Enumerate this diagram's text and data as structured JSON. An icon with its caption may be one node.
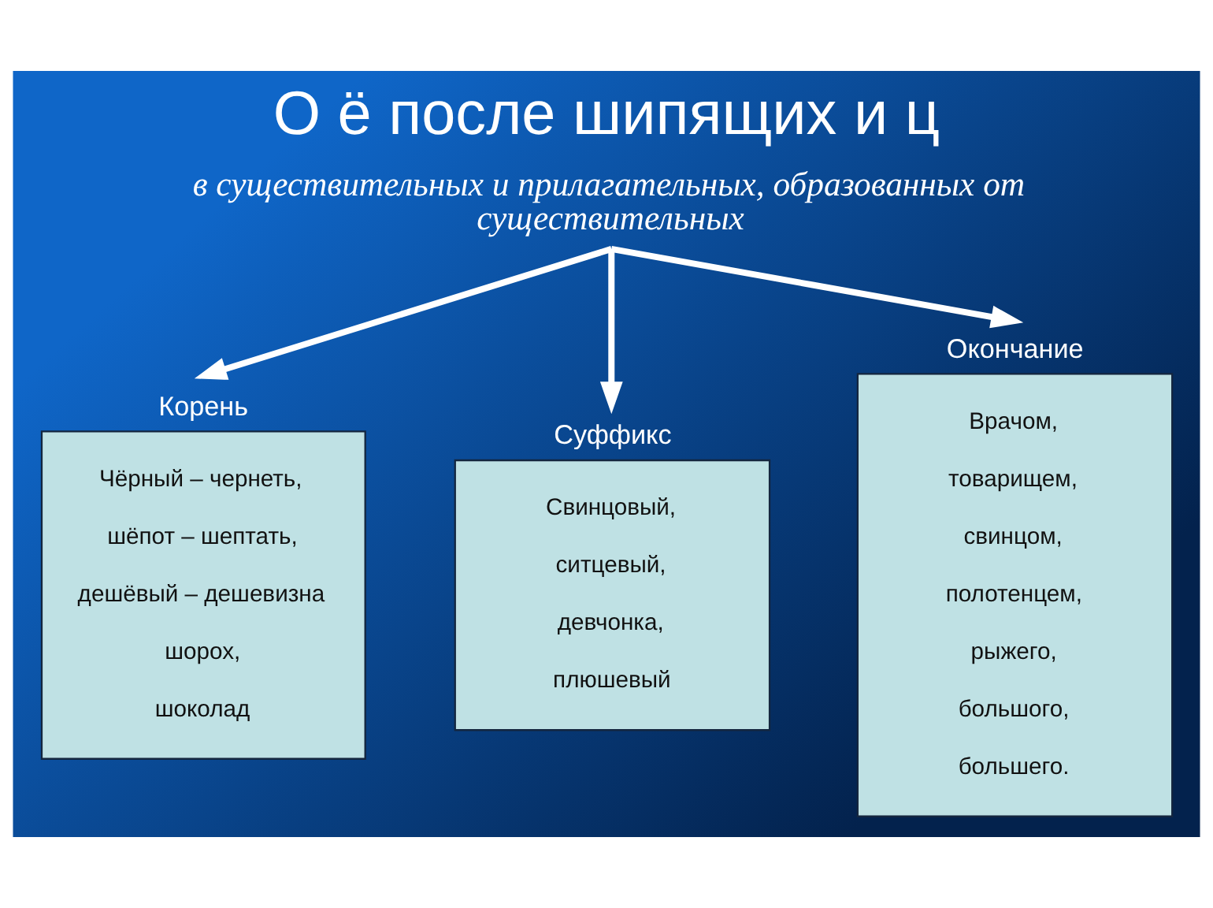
{
  "diagram": {
    "title": "О ё после шипящих и ц",
    "nodes": [
      {
        "text": [
          "в существительных и прилагательных, образованных от существительных"
        ]
      },
      {
        "text": [
          "Корень",
          "Чёрный – чернеть,",
          "шёпот – шептать,",
          "дешёвый – дешевизна",
          "шорох,",
          "шоколад"
        ]
      },
      {
        "text": [
          "Суффикс",
          "Свинцовый,",
          "ситцевый,",
          "девчонка,",
          "плюшевый"
        ]
      },
      {
        "text": [
          "Окончание",
          "Врачом,",
          "товарищем,",
          "свинцом,",
          "полотенцем,",
          "рыжего,",
          "большого,",
          "большего."
        ]
      }
    ],
    "edges": [
      {
        "from": 0,
        "to": 1,
        "arrow": "to"
      },
      {
        "from": 0,
        "to": 2,
        "arrow": "to"
      },
      {
        "from": 0,
        "to": 3,
        "arrow": "to"
      }
    ]
  }
}
